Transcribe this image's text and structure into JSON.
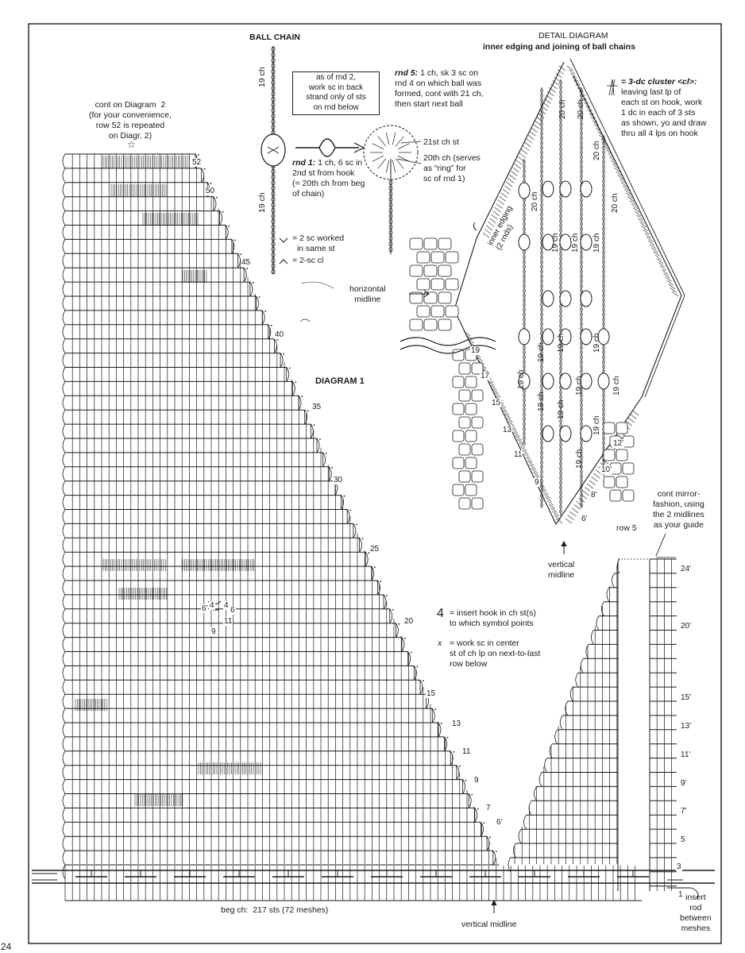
{
  "page_number": "24",
  "ball_chain": {
    "title": "BALL CHAIN",
    "ch_top": "19 ch",
    "ch_bottom": "19 ch",
    "box_note": "as of rnd 2,\nwork sc in back\nstrand only of sts\non rnd below",
    "rnd1_label": "rnd 1:",
    "rnd1_text": " 1 ch, 6 sc in\n2nd st from hook\n(= 20th ch from beg\nof chain)",
    "rnd5_label": "rnd 5:",
    "rnd5_text": " 1 ch, sk 3 sc on\nrnd 4 on which ball was\nformed, cont with 21 ch,\nthen start next ball",
    "ch21": "21st ch st",
    "ch20": "20th ch (serves\nas “ring” for\nsc of rnd 1)"
  },
  "legend": {
    "two_sc": "= 2 sc worked\n  in same st",
    "sc_cl": "= 2-sc cl",
    "insert_hook": "= insert hook in ch st(s)\nto which symbol points",
    "work_sc": "= work sc in center\nst of ch lp on next-to-last\nrow below",
    "cluster_label": "= 3-dc cluster <cl>:",
    "cluster_text": "leaving last lp of\neach st on hook, work\n1 dc in each of 3 sts\nas shown, yo and draw\nthru all 4 lps on hook",
    "insert_symbol": "4",
    "work_symbol": "x"
  },
  "detail": {
    "title": "DETAIL DIAGRAM",
    "subtitle": "inner edging and joining of ball chains",
    "inner_edging": "inner edging\n(2 rnds)",
    "horizontal_midline": "horizontal\nmidline",
    "vertical_midline": "vertical\nmidline",
    "row5": "row 5",
    "ch20": "20 ch",
    "ch19": "19 ch",
    "rows": [
      "19",
      "17",
      "15",
      "13",
      "11",
      "9",
      "8'",
      "6'",
      "10'",
      "12'"
    ]
  },
  "diagram1": {
    "title": "DIAGRAM 1",
    "cont_note": "cont on Diagram  2\n(for your convenience,\nrow 52 is repeated\non Diagr. 2)",
    "star": "☆",
    "left_rows": [
      "52",
      "50",
      "45",
      "40",
      "35",
      "30",
      "25",
      "20",
      "15",
      "13",
      "11",
      "9",
      "7",
      "6'"
    ],
    "right_rows": [
      "24'",
      "20'",
      "15'",
      "13'",
      "11'",
      "9'",
      "7'",
      "5",
      "3",
      "1"
    ],
    "center_marks": [
      "6'",
      "4",
      "4",
      "6",
      "9",
      "11"
    ],
    "mirror_note": "cont mirror-\nfashion, using\nthe 2 midlines\nas your guide",
    "beg_ch": "beg ch:  217 sts (72 meshes)",
    "vertical_midline": "vertical midline",
    "insert_rod": "insert\nrod\nbetween\nmeshes"
  },
  "colors": {
    "ink": "#1a1a1a",
    "paper": "#ffffff"
  }
}
